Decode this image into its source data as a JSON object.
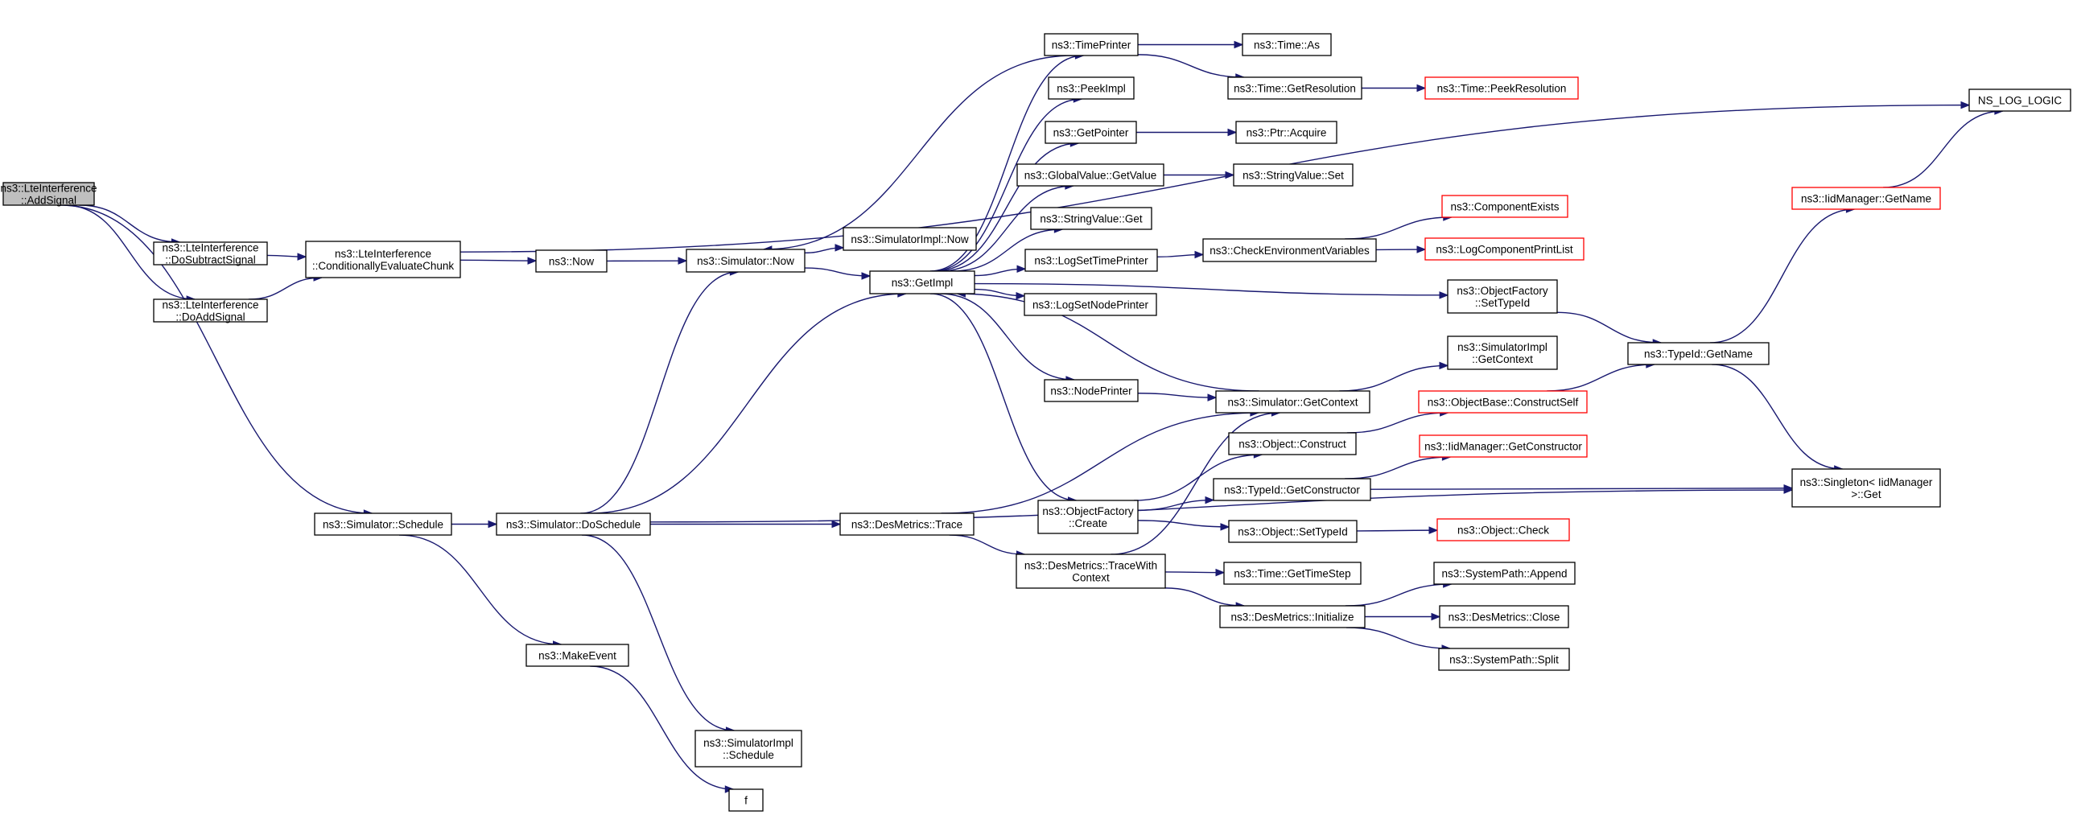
{
  "diagram": {
    "colors": {
      "edge": "#191970",
      "truncated_border": "#ff0000",
      "root_fill": "#bfbfbf"
    },
    "nodes": [
      {
        "id": "addSignal",
        "lines": [
          "ns3::LteInterference",
          "::AddSignal"
        ],
        "root": true
      },
      {
        "id": "doSubtract",
        "lines": [
          "ns3::LteInterference",
          "::DoSubtractSignal"
        ]
      },
      {
        "id": "doAdd",
        "lines": [
          "ns3::LteInterference",
          "::DoAddSignal"
        ]
      },
      {
        "id": "condEval",
        "lines": [
          "ns3::LteInterference",
          "::ConditionallyEvaluateChunk"
        ]
      },
      {
        "id": "now",
        "lines": [
          "ns3::Now"
        ]
      },
      {
        "id": "simNow",
        "lines": [
          "ns3::Simulator::Now"
        ]
      },
      {
        "id": "simImplNow",
        "lines": [
          "ns3::SimulatorImpl::Now"
        ]
      },
      {
        "id": "getImpl",
        "lines": [
          "ns3::GetImpl"
        ]
      },
      {
        "id": "timePrinter",
        "lines": [
          "ns3::TimePrinter"
        ]
      },
      {
        "id": "timeAs",
        "lines": [
          "ns3::Time::As"
        ]
      },
      {
        "id": "getResolution",
        "lines": [
          "ns3::Time::GetResolution"
        ]
      },
      {
        "id": "peekResolution",
        "lines": [
          "ns3::Time::PeekResolution"
        ],
        "truncated": true
      },
      {
        "id": "peekImpl",
        "lines": [
          "ns3::PeekImpl"
        ]
      },
      {
        "id": "getPointer",
        "lines": [
          "ns3::GetPointer"
        ]
      },
      {
        "id": "ptrAcquire",
        "lines": [
          "ns3::Ptr::Acquire"
        ]
      },
      {
        "id": "globalGetValue",
        "lines": [
          "ns3::GlobalValue::GetValue"
        ]
      },
      {
        "id": "stringSet",
        "lines": [
          "ns3::StringValue::Set"
        ]
      },
      {
        "id": "stringGet",
        "lines": [
          "ns3::StringValue::Get"
        ]
      },
      {
        "id": "logSetTime",
        "lines": [
          "ns3::LogSetTimePrinter"
        ]
      },
      {
        "id": "checkEnv",
        "lines": [
          "ns3::CheckEnvironmentVariables"
        ]
      },
      {
        "id": "compExists",
        "lines": [
          "ns3::ComponentExists"
        ],
        "truncated": true
      },
      {
        "id": "logPrintList",
        "lines": [
          "ns3::LogComponentPrintList"
        ],
        "truncated": true
      },
      {
        "id": "logSetNode",
        "lines": [
          "ns3::LogSetNodePrinter"
        ]
      },
      {
        "id": "nsLogLogic",
        "lines": [
          "NS_LOG_LOGIC"
        ]
      },
      {
        "id": "iidGetName",
        "lines": [
          "ns3::IidManager::GetName"
        ],
        "truncated": true
      },
      {
        "id": "ofSetTypeId",
        "lines": [
          "ns3::ObjectFactory",
          "::SetTypeId"
        ]
      },
      {
        "id": "typeIdGetName",
        "lines": [
          "ns3::TypeId::GetName"
        ]
      },
      {
        "id": "simImplGetCtx",
        "lines": [
          "ns3::SimulatorImpl",
          "::GetContext"
        ]
      },
      {
        "id": "nodePrinter",
        "lines": [
          "ns3::NodePrinter"
        ]
      },
      {
        "id": "simGetCtx",
        "lines": [
          "ns3::Simulator::GetContext"
        ]
      },
      {
        "id": "constructSelf",
        "lines": [
          "ns3::ObjectBase::ConstructSelf"
        ],
        "truncated": true
      },
      {
        "id": "objConstruct",
        "lines": [
          "ns3::Object::Construct"
        ]
      },
      {
        "id": "iidGetCtor",
        "lines": [
          "ns3::IidManager::GetConstructor"
        ],
        "truncated": true
      },
      {
        "id": "typeIdGetCtor",
        "lines": [
          "ns3::TypeId::GetConstructor"
        ]
      },
      {
        "id": "singletonGet",
        "lines": [
          "ns3::Singleton< IidManager",
          ">::Get"
        ]
      },
      {
        "id": "ofCreate",
        "lines": [
          "ns3::ObjectFactory",
          "::Create"
        ]
      },
      {
        "id": "objSetTypeId",
        "lines": [
          "ns3::Object::SetTypeId"
        ]
      },
      {
        "id": "objCheck",
        "lines": [
          "ns3::Object::Check"
        ],
        "truncated": true
      },
      {
        "id": "simSchedule",
        "lines": [
          "ns3::Simulator::Schedule"
        ]
      },
      {
        "id": "simDoSchedule",
        "lines": [
          "ns3::Simulator::DoSchedule"
        ]
      },
      {
        "id": "desTrace",
        "lines": [
          "ns3::DesMetrics::Trace"
        ]
      },
      {
        "id": "desTraceWith",
        "lines": [
          "ns3::DesMetrics::TraceWith",
          "Context"
        ]
      },
      {
        "id": "timeGetStep",
        "lines": [
          "ns3::Time::GetTimeStep"
        ]
      },
      {
        "id": "sysAppend",
        "lines": [
          "ns3::SystemPath::Append"
        ]
      },
      {
        "id": "desInit",
        "lines": [
          "ns3::DesMetrics::Initialize"
        ]
      },
      {
        "id": "desClose",
        "lines": [
          "ns3::DesMetrics::Close"
        ]
      },
      {
        "id": "sysSplit",
        "lines": [
          "ns3::SystemPath::Split"
        ]
      },
      {
        "id": "makeEvent",
        "lines": [
          "ns3::MakeEvent"
        ]
      },
      {
        "id": "simImplSchedule",
        "lines": [
          "ns3::SimulatorImpl",
          "::Schedule"
        ]
      },
      {
        "id": "f",
        "lines": [
          "f"
        ]
      }
    ],
    "edges": [
      [
        "addSignal",
        "doSubtract"
      ],
      [
        "addSignal",
        "doAdd"
      ],
      [
        "addSignal",
        "simSchedule"
      ],
      [
        "doSubtract",
        "condEval"
      ],
      [
        "doAdd",
        "condEval"
      ],
      [
        "condEval",
        "now"
      ],
      [
        "condEval",
        "nsLogLogic"
      ],
      [
        "now",
        "simNow"
      ],
      [
        "simNow",
        "simImplNow"
      ],
      [
        "simNow",
        "getImpl"
      ],
      [
        "getImpl",
        "timePrinter"
      ],
      [
        "getImpl",
        "peekImpl"
      ],
      [
        "getImpl",
        "getPointer"
      ],
      [
        "getImpl",
        "globalGetValue"
      ],
      [
        "getImpl",
        "stringGet"
      ],
      [
        "getImpl",
        "logSetTime"
      ],
      [
        "getImpl",
        "logSetNode"
      ],
      [
        "getImpl",
        "ofSetTypeId"
      ],
      [
        "getImpl",
        "nodePrinter"
      ],
      [
        "getImpl",
        "ofCreate"
      ],
      [
        "timePrinter",
        "timeAs"
      ],
      [
        "timePrinter",
        "getResolution"
      ],
      [
        "timePrinter",
        "simNow"
      ],
      [
        "getResolution",
        "peekResolution"
      ],
      [
        "getPointer",
        "ptrAcquire"
      ],
      [
        "globalGetValue",
        "stringSet"
      ],
      [
        "logSetTime",
        "checkEnv"
      ],
      [
        "checkEnv",
        "compExists"
      ],
      [
        "checkEnv",
        "logPrintList"
      ],
      [
        "ofSetTypeId",
        "typeIdGetName"
      ],
      [
        "typeIdGetName",
        "iidGetName"
      ],
      [
        "typeIdGetName",
        "singletonGet"
      ],
      [
        "iidGetName",
        "nsLogLogic"
      ],
      [
        "nodePrinter",
        "simGetCtx"
      ],
      [
        "simGetCtx",
        "simImplGetCtx"
      ],
      [
        "simGetCtx",
        "getImpl"
      ],
      [
        "objConstruct",
        "constructSelf"
      ],
      [
        "constructSelf",
        "typeIdGetName"
      ],
      [
        "ofCreate",
        "objConstruct"
      ],
      [
        "ofCreate",
        "typeIdGetCtor"
      ],
      [
        "ofCreate",
        "objSetTypeId"
      ],
      [
        "typeIdGetCtor",
        "iidGetCtor"
      ],
      [
        "typeIdGetCtor",
        "singletonGet"
      ],
      [
        "objSetTypeId",
        "objCheck"
      ],
      [
        "simSchedule",
        "simDoSchedule"
      ],
      [
        "simSchedule",
        "makeEvent"
      ],
      [
        "simDoSchedule",
        "simNow"
      ],
      [
        "simDoSchedule",
        "getImpl"
      ],
      [
        "simDoSchedule",
        "desTrace"
      ],
      [
        "simDoSchedule",
        "simImplSchedule"
      ],
      [
        "simDoSchedule",
        "singletonGet"
      ],
      [
        "desTrace",
        "simGetCtx"
      ],
      [
        "desTrace",
        "desTraceWith"
      ],
      [
        "desTraceWith",
        "timeGetStep"
      ],
      [
        "desTraceWith",
        "desInit"
      ],
      [
        "desTraceWith",
        "simGetCtx"
      ],
      [
        "desInit",
        "sysAppend"
      ],
      [
        "desInit",
        "desClose"
      ],
      [
        "desInit",
        "sysSplit"
      ],
      [
        "makeEvent",
        "f"
      ]
    ]
  }
}
